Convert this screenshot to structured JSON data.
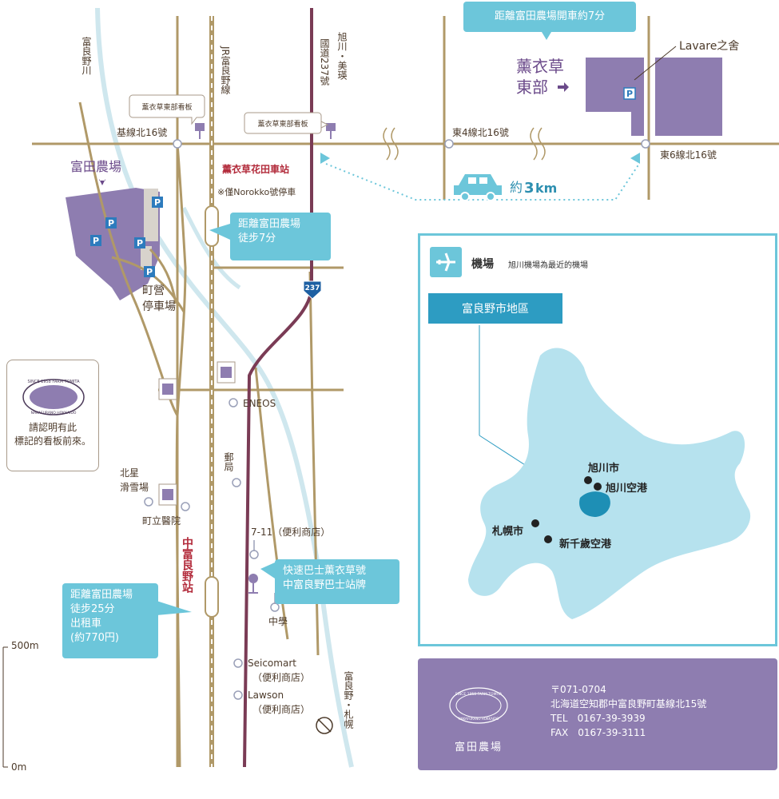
{
  "map": {
    "rivers": {
      "furano_river": "富良野川"
    },
    "rail": {
      "line_name": "JR富良野線"
    },
    "roads": {
      "route237": "國道237號",
      "route_badge": "237",
      "north_dir": "旭川・美瑛",
      "south_dir": "富良野・札幌",
      "kisen_kita16": "基線北16號",
      "higashi4_kita16": "東4線北16號",
      "higashi6_kita16": "東6線北16號"
    },
    "signs": {
      "sign_a": "薰衣草東部看板",
      "sign_b": "薰衣草東部看板"
    },
    "places": {
      "tomita_farm": "富田農場",
      "lavender_east": [
        "薰衣草",
        "東部"
      ],
      "lavare": "Lavare之舍",
      "parking_p": "P",
      "town_parking": [
        "町營",
        "停車場"
      ],
      "hanabatake_station": "薰衣草花田車站",
      "norokko_note": "※僅Norokko號停車",
      "eneos": "ENEOS",
      "post_office": "郵局",
      "hokusei_ski": [
        "北星",
        "滑雪場"
      ],
      "town_hospital": "町立醫院",
      "naka_furano_station": "中富良野站",
      "seven_eleven": "7-11（便利商店）",
      "junior_high": "中學",
      "seicomart": [
        "Seicomart",
        "（便利商店）"
      ],
      "lawson": [
        "Lawson",
        "（便利商店）"
      ]
    },
    "callouts": {
      "drive_time": "距離富田農場開車約7分",
      "walk_from_hanabatake": [
        "距離富田農場",
        "徒步7分"
      ],
      "bus_stop": [
        "快速巴士薰衣草號",
        "中富良野巴士站牌"
      ],
      "walk_from_naka": [
        "距離富田農場",
        "徒步25分",
        "出租車",
        "(約770円)"
      ],
      "distance": [
        "約",
        "3",
        "km"
      ]
    },
    "notice": [
      "請認明有此",
      "標記的看板前來。"
    ],
    "scale": {
      "top": "500m",
      "bottom": "0m"
    },
    "logo_text": [
      "SINCE 1958 FARM TOMITA",
      "NAKAFURANO HOKKAIDO"
    ]
  },
  "inset": {
    "airport_title": "機場",
    "airport_note": "旭川機場為最近的機場",
    "region_label": "富良野市地區",
    "asahikawa_city": "旭川市",
    "asahikawa_airport": "旭川空港",
    "sapporo": "札幌市",
    "new_chitose": "新千歲空港"
  },
  "info": {
    "postal": "〒071-0704",
    "address": "北海道空知郡中富良野町基線北15號",
    "tel": "TEL　0167-39-3939",
    "fax": "FAX　0167-39-3111",
    "name": "富田農場"
  },
  "colors": {
    "road": "#b09968",
    "route237": "#7a3b55",
    "river": "#cfe7ee",
    "accent": "#6cc6da",
    "lavender": "#8e7db0",
    "station_red": "#b22a3a"
  }
}
